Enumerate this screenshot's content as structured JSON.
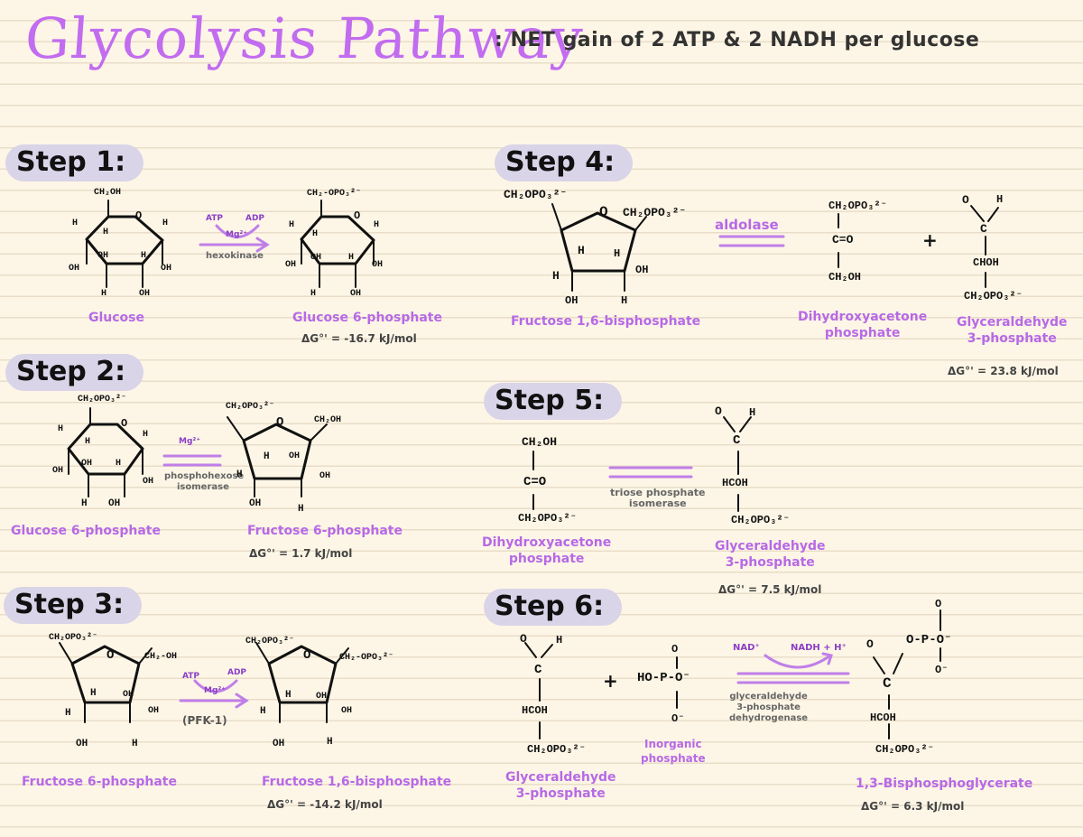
{
  "header": {
    "title": "Glycolysis Pathway",
    "subtitle": ": NET gain of 2 ATP & 2 NADH per glucose"
  },
  "steps": {
    "s1": {
      "label": "Step 1:",
      "reactant": "Glucose",
      "product": "Glucose 6-phosphate",
      "enzyme": "hexokinase",
      "cof_in": "ATP",
      "cof_out": "ADP",
      "mg": "Mg²⁺",
      "dg": "ΔG°' = -16.7 kJ/mol",
      "r_top": "CH₂OH",
      "p_top": "CH₂-OPO₃²⁻",
      "ring_o": "O"
    },
    "s2": {
      "label": "Step 2:",
      "reactant": "Glucose 6-phosphate",
      "product": "Fructose 6-phosphate",
      "enzyme_l1": "phosphohexose",
      "enzyme_l2": "isomerase",
      "mg": "Mg²⁺",
      "dg": "ΔG°' = 1.7 kJ/mol",
      "r_top": "CH₂OPO₃²⁻",
      "p_left": "CH₂OPO₃²⁻",
      "p_right": "CH₂OH"
    },
    "s3": {
      "label": "Step 3:",
      "reactant": "Fructose 6-phosphate",
      "product": "Fructose 1,6-bisphosphate",
      "enzyme": "(PFK-1)",
      "cof_in": "ATP",
      "cof_out": "ADP",
      "mg": "Mg²⁺",
      "dg": "ΔG°' = -14.2 kJ/mol",
      "r_left": "CH₂OPO₃²⁻",
      "r_right": "CH₂-OH",
      "p_left": "CH₂OPO₃²⁻",
      "p_right": "CH₂-OPO₃²⁻"
    },
    "s4": {
      "label": "Step 4:",
      "reactant": "Fructose 1,6-bisphosphate",
      "enzyme": "aldolase",
      "prod1_l1": "Dihydroxyacetone",
      "prod1_l2": "phosphate",
      "prod2_l1": "Glyceraldehyde",
      "prod2_l2": "3-phosphate",
      "dg": "ΔG°' = 23.8 kJ/mol",
      "r_left": "CH₂OPO₃²⁻",
      "r_right": "CH₂OPO₃²⁻",
      "dhap": [
        "CH₂OPO₃²⁻",
        "C=O",
        "CH₂OH"
      ],
      "g3p": [
        "CHOH",
        "CH₂OPO₃²⁻"
      ]
    },
    "s5": {
      "label": "Step 5:",
      "reactant_l1": "Dihydroxyacetone",
      "reactant_l2": "phosphate",
      "product_l1": "Glyceraldehyde",
      "product_l2": "3-phosphate",
      "enzyme_l1": "triose phosphate",
      "enzyme_l2": "isomerase",
      "dg": "ΔG°' = 7.5 kJ/mol",
      "dhap": [
        "CH₂OH",
        "C=O",
        "CH₂OPO₃²⁻"
      ],
      "g3p": [
        "HCOH",
        "CH₂OPO₃²⁻"
      ]
    },
    "s6": {
      "label": "Step 6:",
      "reactant1_l1": "Glyceraldehyde",
      "reactant1_l2": "3-phosphate",
      "reactant2_l1": "Inorganic",
      "reactant2_l2": "phosphate",
      "product": "1,3-Bisphosphoglycerate",
      "enzyme_l1": "glyceraldehyde",
      "enzyme_l2": "3-phosphate",
      "enzyme_l3": "dehydrogenase",
      "cof_in": "NAD⁺",
      "cof_out": "NADH + H⁺",
      "dg": "ΔG°' = 6.3 kJ/mol",
      "g3p": [
        "HCOH",
        "CH₂OPO₃²⁻"
      ],
      "pi": "HO-P-O⁻",
      "bpg": [
        "HCOH",
        "CH₂OPO₃²⁻"
      ],
      "bpg_p": "O-P-O⁻"
    }
  },
  "atoms": {
    "H": "H",
    "OH": "OH",
    "O": "O",
    "C": "C",
    "Om": "O⁻"
  }
}
